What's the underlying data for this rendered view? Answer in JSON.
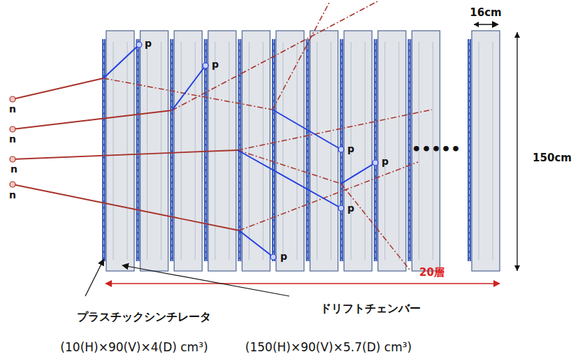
{
  "diagram": {
    "labels": [
      "16cm",
      "150cm",
      "n",
      "n",
      "n",
      "n",
      "p",
      "p",
      "p",
      "p",
      "p",
      "p",
      "•••••",
      "20層",
      "プラスチックシンチレータ",
      "ドリフトチェンバー",
      "(10(H)×90(V)×4(D) cm³)",
      "(150(H)×90(V)×5.7(D) cm³)"
    ]
  }
}
